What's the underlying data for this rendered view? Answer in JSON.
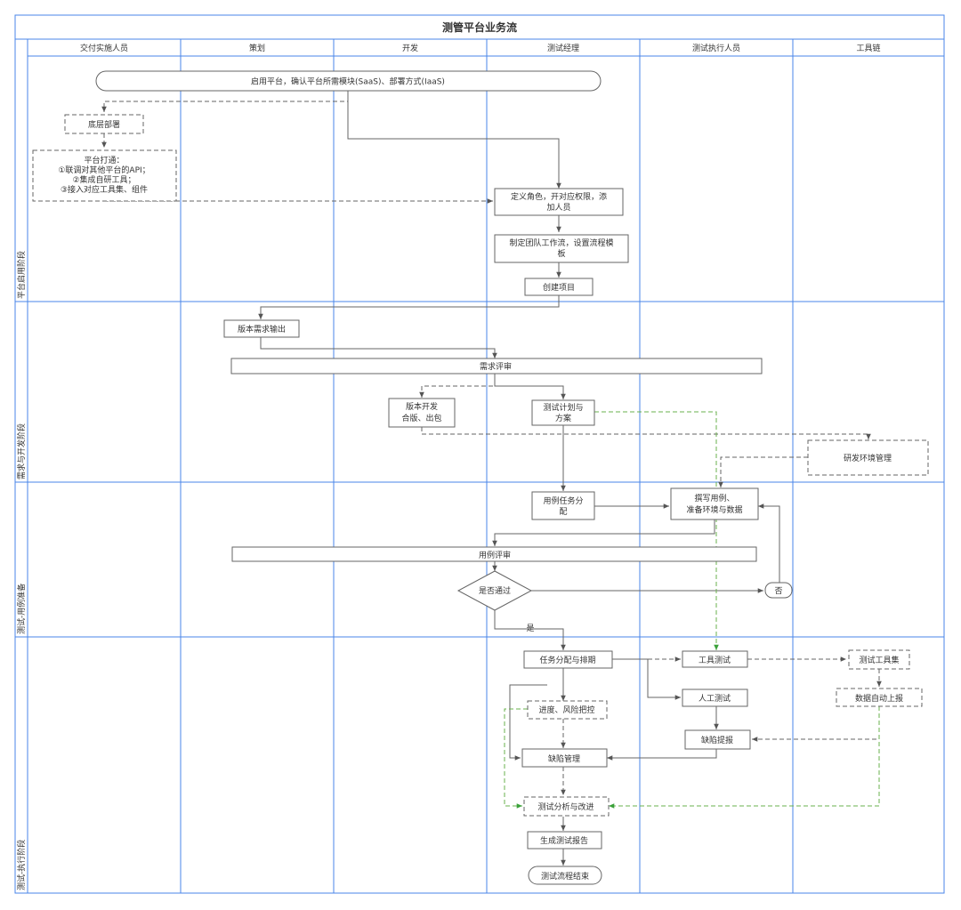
{
  "title": "测管平台业务流",
  "lanes": [
    "交付实施人员",
    "策划",
    "开发",
    "测试经理",
    "测试执行人员",
    "工具链"
  ],
  "phases": [
    "平台启用阶段",
    "需求与开发阶段",
    "测试-用例准备",
    "测试-执行阶段"
  ],
  "nodes": {
    "start": {
      "text": "启用平台，确认平台所需模块(SaaS)、部署方式(IaaS)",
      "style": "rounded",
      "lines": [
        "启用平台，确认平台所需模块(SaaS)、部署方式(IaaS)"
      ]
    },
    "infra": {
      "text": "底层部署",
      "style": "dashed",
      "lines": [
        "底层部署"
      ]
    },
    "integrate": {
      "text": "平台打通：①联调对其他平台的API；②集成自研工具；③接入对应工具集、组件",
      "style": "dashed",
      "lines": [
        "平台打通：",
        "①联调对其他平台的API；",
        "②集成自研工具；",
        "③接入对应工具集、组件"
      ]
    },
    "roles": {
      "text": "定义角色，开对应权限，添加人员",
      "style": "solid",
      "lines": [
        "定义角色，开对应权限，添",
        "加人员"
      ]
    },
    "workflow": {
      "text": "制定团队工作流，设置流程模板",
      "style": "solid",
      "lines": [
        "制定团队工作流，设置流程模",
        "板"
      ]
    },
    "project": {
      "text": "创建项目",
      "style": "solid",
      "lines": [
        "创建项目"
      ]
    },
    "req_out": {
      "text": "版本需求输出",
      "style": "solid",
      "lines": [
        "版本需求输出"
      ]
    },
    "req_review": {
      "text": "需求评审",
      "style": "bar",
      "lines": [
        "需求评审"
      ]
    },
    "dev_build": {
      "text": "版本开发合版、出包",
      "style": "solid",
      "lines": [
        "版本开发",
        "合版、出包"
      ]
    },
    "test_plan": {
      "text": "测试计划与方案",
      "style": "solid",
      "lines": [
        "测试计划与",
        "方案"
      ]
    },
    "dev_env": {
      "text": "研发环境管理",
      "style": "dashed",
      "lines": [
        "研发环境管理"
      ]
    },
    "case_assign": {
      "text": "用例任务分配",
      "style": "solid",
      "lines": [
        "用例任务分",
        "配"
      ]
    },
    "write_cases": {
      "text": "撰写用例、准备环境与数据",
      "style": "solid",
      "lines": [
        "撰写用例、",
        "准备环境与数据"
      ]
    },
    "case_review": {
      "text": "用例评审",
      "style": "bar",
      "lines": [
        "用例评审"
      ]
    },
    "pass": {
      "text": "是否通过",
      "style": "diamond",
      "lines": [
        "是否通过"
      ]
    },
    "no": {
      "text": "否",
      "style": "rounded",
      "lines": [
        "否"
      ]
    },
    "task_sched": {
      "text": "任务分配与排期",
      "style": "solid",
      "lines": [
        "任务分配与排期"
      ]
    },
    "tool_test": {
      "text": "工具测试",
      "style": "solid",
      "lines": [
        "工具测试"
      ]
    },
    "tool_set": {
      "text": "测试工具集",
      "style": "dashed",
      "lines": [
        "测试工具集"
      ]
    },
    "manual_test": {
      "text": "人工测试",
      "style": "solid",
      "lines": [
        "人工测试"
      ]
    },
    "auto_report": {
      "text": "数据自动上报",
      "style": "dashed",
      "lines": [
        "数据自动上报"
      ]
    },
    "risk": {
      "text": "进度、风险把控",
      "style": "dashed",
      "lines": [
        "进度、风险把控"
      ]
    },
    "defect_rep": {
      "text": "缺陷提报",
      "style": "solid",
      "lines": [
        "缺陷提报"
      ]
    },
    "defect_mgmt": {
      "text": "缺陷管理",
      "style": "solid",
      "lines": [
        "缺陷管理"
      ]
    },
    "analysis": {
      "text": "测试分析与改进",
      "style": "dashed",
      "lines": [
        "测试分析与改进"
      ]
    },
    "report": {
      "text": "生成测试报告",
      "style": "solid",
      "lines": [
        "生成测试报告"
      ]
    },
    "end": {
      "text": "测试流程结束",
      "style": "rounded",
      "lines": [
        "测试流程结束"
      ]
    }
  },
  "edge_labels": {
    "yes": "是"
  },
  "colors": {
    "lane_border": "#4a86e8",
    "node_border": "#666666",
    "text": "#333333",
    "green_link": "#6ab04c"
  }
}
